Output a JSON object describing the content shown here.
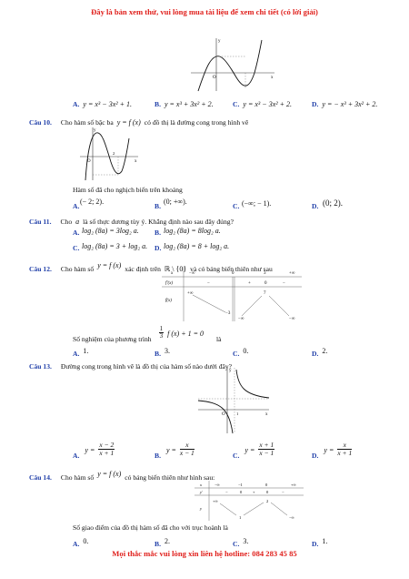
{
  "header_banner": "Đây là bản xem thử, vui lòng mua tài liệu để xem chi tiết (có lời giải)",
  "footer_banner": "Mọi thắc mắc vui lòng xin liên hệ hotline: 084 283 45 85",
  "q9_options": [
    {
      "label": "A.",
      "expr": "y = x³ − 3x² + 1."
    },
    {
      "label": "B.",
      "expr": "y = x³ + 3x² + 2."
    },
    {
      "label": "C.",
      "expr": "y = x³ − 3x² + 2."
    },
    {
      "label": "D.",
      "expr": "y = − x³ + 3x² + 2."
    }
  ],
  "q10": {
    "label": "Câu 10.",
    "text_pre": "Cho hàm số bậc ba",
    "func": "y = f (x)",
    "text_post": "có đồ thị là đường cong trong hình vẽ",
    "sub": "Hàm số đã cho nghịch biến trên khoảng",
    "options": [
      {
        "label": "A.",
        "expr": "(− 2; 2)."
      },
      {
        "label": "B.",
        "expr": "(0; +∞)."
      },
      {
        "label": "C.",
        "expr": "(−∞; − 1)."
      },
      {
        "label": "D.",
        "expr": "(0; 2)."
      }
    ]
  },
  "q11": {
    "label": "Câu 11.",
    "text_pre": "Cho",
    "var": "a",
    "text_post": "là số thực dương tùy ý. Khẳng định nào sau đây đúng?",
    "options": [
      {
        "label": "A.",
        "expr": "log₂ (8a) = 3log₂ a."
      },
      {
        "label": "B.",
        "expr": "log₂ (8a) = 8log₂ a."
      },
      {
        "label": "C.",
        "expr": "log₂ (8a) = 3 + log₂ a."
      },
      {
        "label": "D.",
        "expr": "log₂ (8a) = 8 + log₂ a."
      }
    ]
  },
  "q12": {
    "label": "Câu 12.",
    "text_pre": "Cho hàm số",
    "func": "y = f (x)",
    "text_mid": "xác định trên",
    "domain": "ℝ \\ {0}",
    "text_post": "và có bảng biến thiên như sau",
    "sub_pre": "Số nghiệm của phương trình",
    "frac_num": "1",
    "frac_den": "3",
    "eq_rest": "f (x) + 1 = 0",
    "sub_post": "là",
    "options": [
      {
        "label": "A.",
        "val": "1."
      },
      {
        "label": "B.",
        "val": "3."
      },
      {
        "label": "C.",
        "val": "0."
      },
      {
        "label": "D.",
        "val": "2."
      }
    ],
    "table": {
      "x_row": [
        "x",
        "−∞",
        "0",
        "3",
        "+∞"
      ],
      "fprime_label": "f′(x)",
      "fprime_signs": [
        "−",
        "||",
        "+",
        "0",
        "−"
      ],
      "f_label": "f(x)",
      "f_values": [
        "+∞",
        "−3",
        "−∞",
        "7",
        "−∞"
      ]
    }
  },
  "q13": {
    "label": "Câu 13.",
    "text": "Đường cong trong hình vẽ là đồ thị của hàm số nào dưới đây?",
    "options": [
      {
        "label": "A.",
        "num": "x − 2",
        "den": "x + 1"
      },
      {
        "label": "B.",
        "num": "x",
        "den": "x − 1"
      },
      {
        "label": "C.",
        "num": "x + 1",
        "den": "x − 1"
      },
      {
        "label": "D.",
        "num": "x",
        "den": "x + 1"
      }
    ],
    "y_prefix": "y ="
  },
  "q14": {
    "label": "Câu 14.",
    "text_pre": "Cho hàm số",
    "func": "y = f (x)",
    "text_post": "có bảng biến thiên như hình sau:",
    "sub": "Số giao điểm của đồ thị hàm số đã cho với trục hoành là",
    "options": [
      {
        "label": "A.",
        "val": "0."
      },
      {
        "label": "B.",
        "val": "2."
      },
      {
        "label": "C.",
        "val": "3."
      },
      {
        "label": "D.",
        "val": "1."
      }
    ],
    "table": {
      "x_row": [
        "x",
        "−∞",
        "−1",
        "0",
        "+∞"
      ],
      "yprime_label": "y′",
      "yprime_signs": [
        "−",
        "0",
        "+",
        "0",
        "−"
      ],
      "y_label": "y",
      "y_values": [
        "+∞",
        "1",
        "2",
        "−∞"
      ]
    }
  }
}
